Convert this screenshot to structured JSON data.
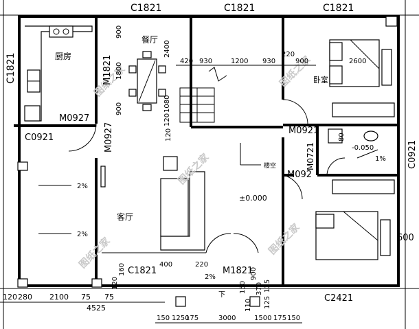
{
  "rooms": {
    "kitchen": "厨房",
    "dining": "餐厅",
    "living": "客厅",
    "bedroom": "卧室",
    "stairs_down": "楼空"
  },
  "windows": {
    "top_left": "C1821",
    "top_mid": "C1821",
    "top_right": "C1821",
    "left": "C1821",
    "kitchen_bottom": "C0921",
    "bottom_living": "C1821",
    "bottom_right": "C2421",
    "right": "C0921"
  },
  "doors": {
    "kitchen": "M0927",
    "living_vertical": "M0927",
    "dining_side": "M1821",
    "bedroom_top": "M0921",
    "bath": "M0721",
    "bedroom_bottom": "M092",
    "entry": "M1821"
  },
  "dims": {
    "top": [
      "420",
      "930",
      "1200",
      "930",
      "220",
      "900",
      "2600"
    ],
    "dining_v": [
      "900",
      "1800",
      "900"
    ],
    "dining_w": "2400",
    "dining_small": [
      "120",
      "1080"
    ],
    "left_120": "120",
    "bottom": [
      "120",
      "280",
      "2100",
      "75",
      "75",
      "4525",
      "120",
      "160"
    ],
    "bottom_small": [
      "400",
      "220"
    ],
    "bottom_row": [
      "150",
      "1250",
      "175",
      "3000",
      "110",
      "1500",
      "175",
      "150",
      "370",
      "150",
      "125",
      "125"
    ],
    "right_600": "600",
    "bath_80": "80"
  },
  "levels": {
    "zero": "±0.000",
    "bath": "-0.050",
    "bath_slope": "1%",
    "slope_left1": "2%",
    "slope_left2": "2%",
    "slope_bottom": "2%",
    "stairs_mark": "下",
    "entry_900": "900"
  },
  "watermark": "图纸之家"
}
